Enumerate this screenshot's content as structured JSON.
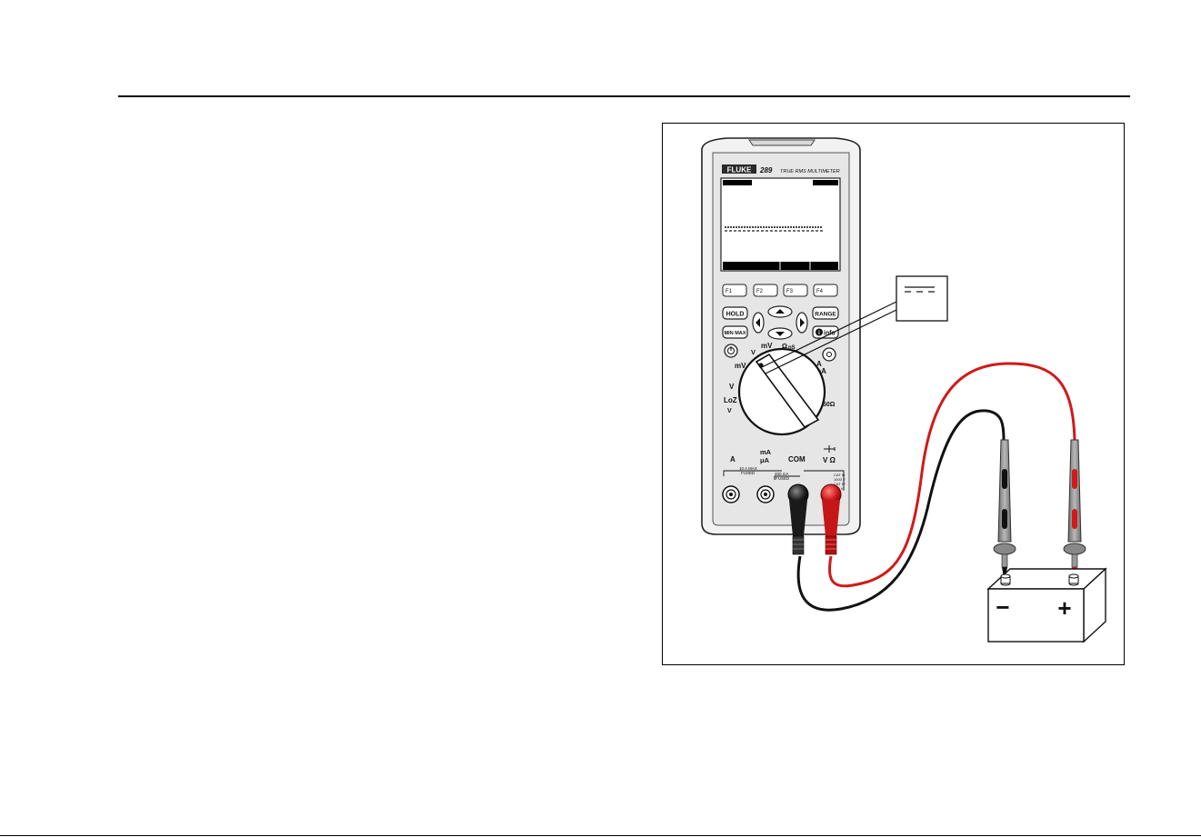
{
  "meter": {
    "brand": "FLUKE",
    "model": "289",
    "subtitle": "TRUE RMS MULTIMETER",
    "softkeys": [
      "F1",
      "F2",
      "F3",
      "F4"
    ],
    "buttons": {
      "hold": "HOLD",
      "minmax": "MIN MAX",
      "range": "RANGE",
      "info": "info"
    },
    "dial_labels": {
      "mv_ac": "mV",
      "v_dc": "V",
      "mv_dc": "mV",
      "ohm": "Ω",
      "ns": "nS",
      "a_ma": "A",
      "ma": "mA",
      "ua": "μA",
      "fifty_ohm": "50Ω",
      "v_ac": "V",
      "loz": "LoZ",
      "v_loz": "V"
    },
    "jacks": {
      "a": "A",
      "ma": "mA",
      "ua": "μA",
      "com": "COM",
      "v_ohm": "V Ω"
    },
    "jack_notes": {
      "a_max": "10 A MAX",
      "fused": "FUSED",
      "ma_max": "400 mA",
      "ma_fused": "FUSED",
      "cat1": "CAT III",
      "cat1v": "1000 V",
      "cat2": "CAT IV",
      "cat2v": "600 V"
    }
  },
  "callout": {
    "symbol": "dc-voltage-symbol"
  },
  "battery": {
    "neg": "−",
    "pos": "+"
  },
  "colors": {
    "red_lead": "#d01a1a",
    "black_lead": "#111111",
    "meter_body": "#f2f2f2",
    "lcd": "#000000"
  }
}
